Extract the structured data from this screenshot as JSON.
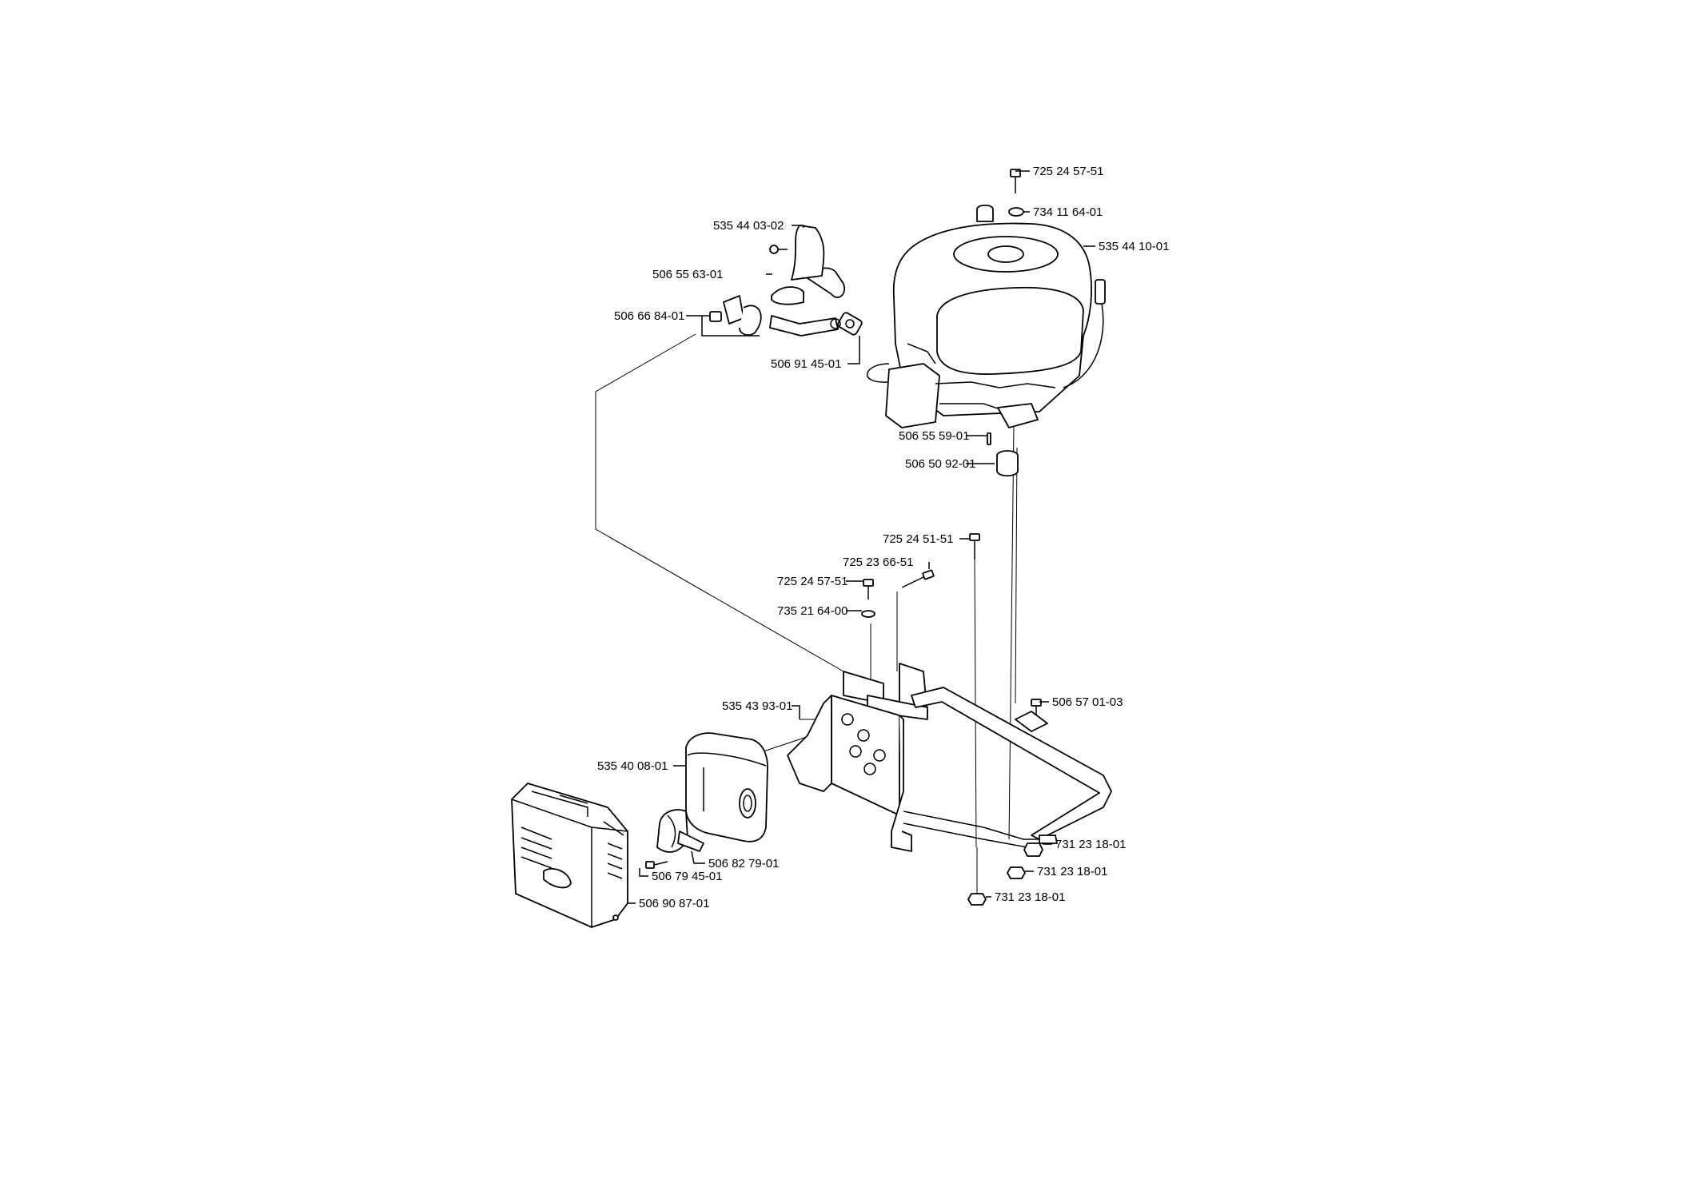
{
  "labels": {
    "p1": "725 24 57-51",
    "p2": "734 11 64-01",
    "p3": "535 44 03-02",
    "p4": "535 44 10-01",
    "p5": "506 55 63-01",
    "p6": "506 66 84-01",
    "p7": "506 91 45-01",
    "p8": "506 55 59-01",
    "p9": "506 50 92-01",
    "p10": "725 24 51-51",
    "p11": "725 23 66-51",
    "p12": "725 24 57-51",
    "p13": "735 21 64-00",
    "p14": "535 43 93-01",
    "p15": "506 57 01-03",
    "p16": "535 40 08-01",
    "p17": "506 82 79-01",
    "p18": "506 79 45-01",
    "p19": "506 90 87-01",
    "p20": "731 23 18-01",
    "p21": "731 23 18-01",
    "p22": "731 23 18-01"
  }
}
